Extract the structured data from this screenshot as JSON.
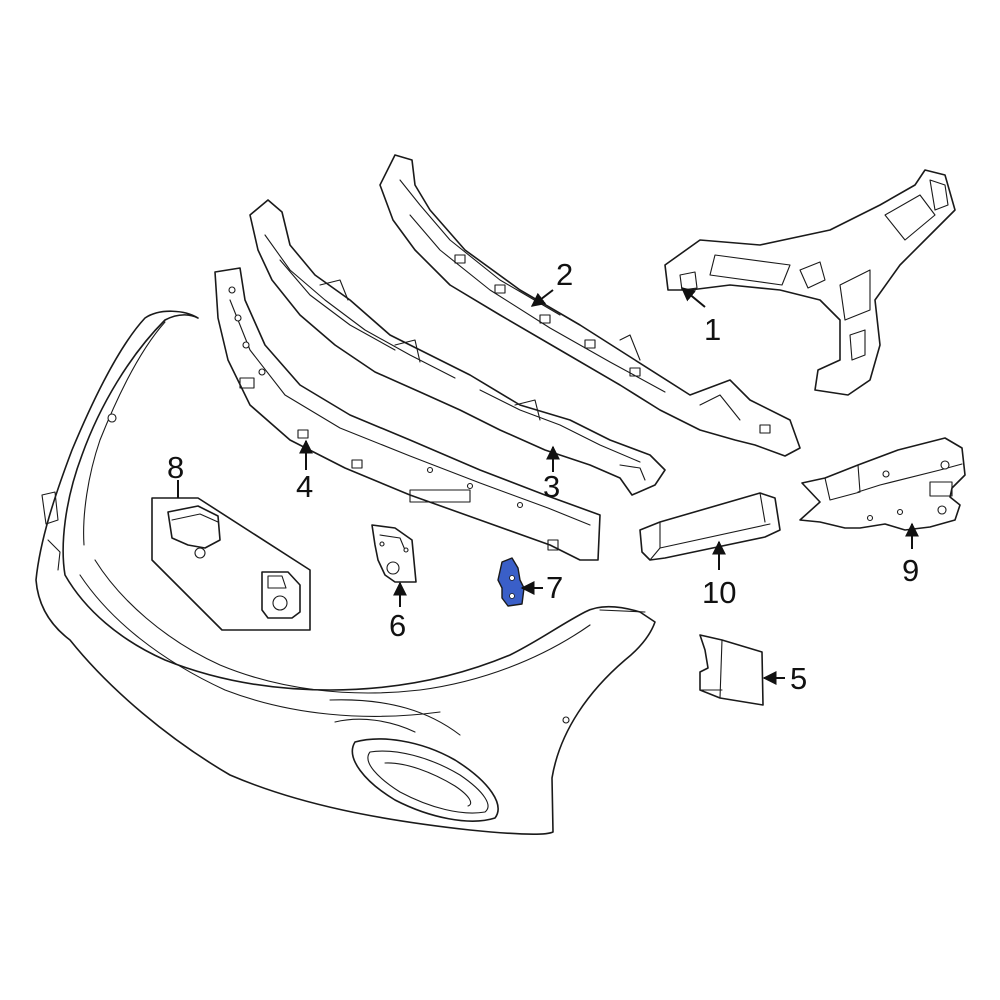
{
  "callouts": {
    "c1": "1",
    "c2": "2",
    "c3": "3",
    "c4": "4",
    "c5": "5",
    "c6": "6",
    "c7": "7",
    "c8": "8",
    "c9": "9",
    "c10": "10"
  },
  "colors": {
    "highlight_part": "#3a5fc8",
    "line": "#1a1a1a",
    "background": "#ffffff"
  },
  "highlighted_callout": "7"
}
